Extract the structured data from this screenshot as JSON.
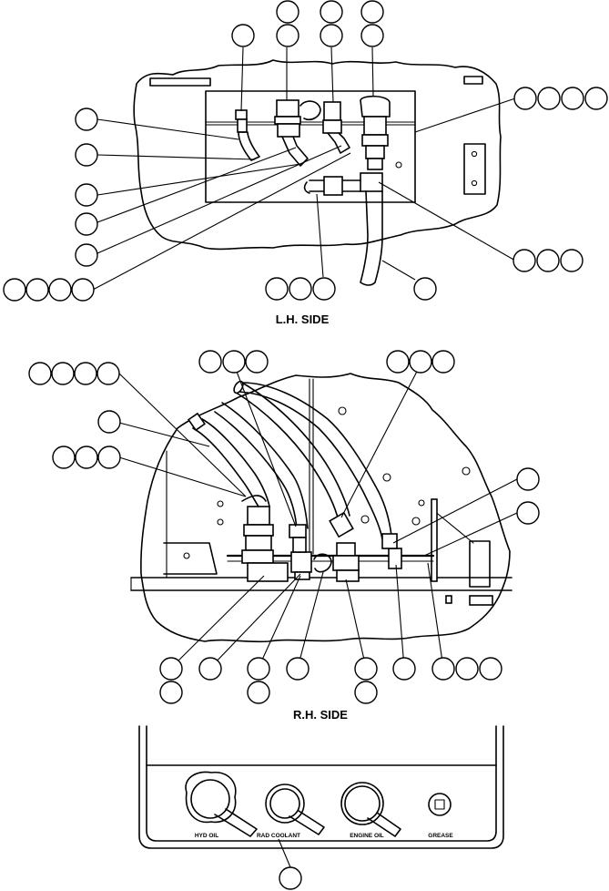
{
  "views": {
    "left": {
      "title": "L.H. SIDE"
    },
    "right": {
      "title": "R.H. SIDE"
    }
  },
  "panel": {
    "labels": [
      "HYD OIL",
      "RAD COOLANT",
      "ENGINE OIL",
      "GREASE"
    ]
  }
}
